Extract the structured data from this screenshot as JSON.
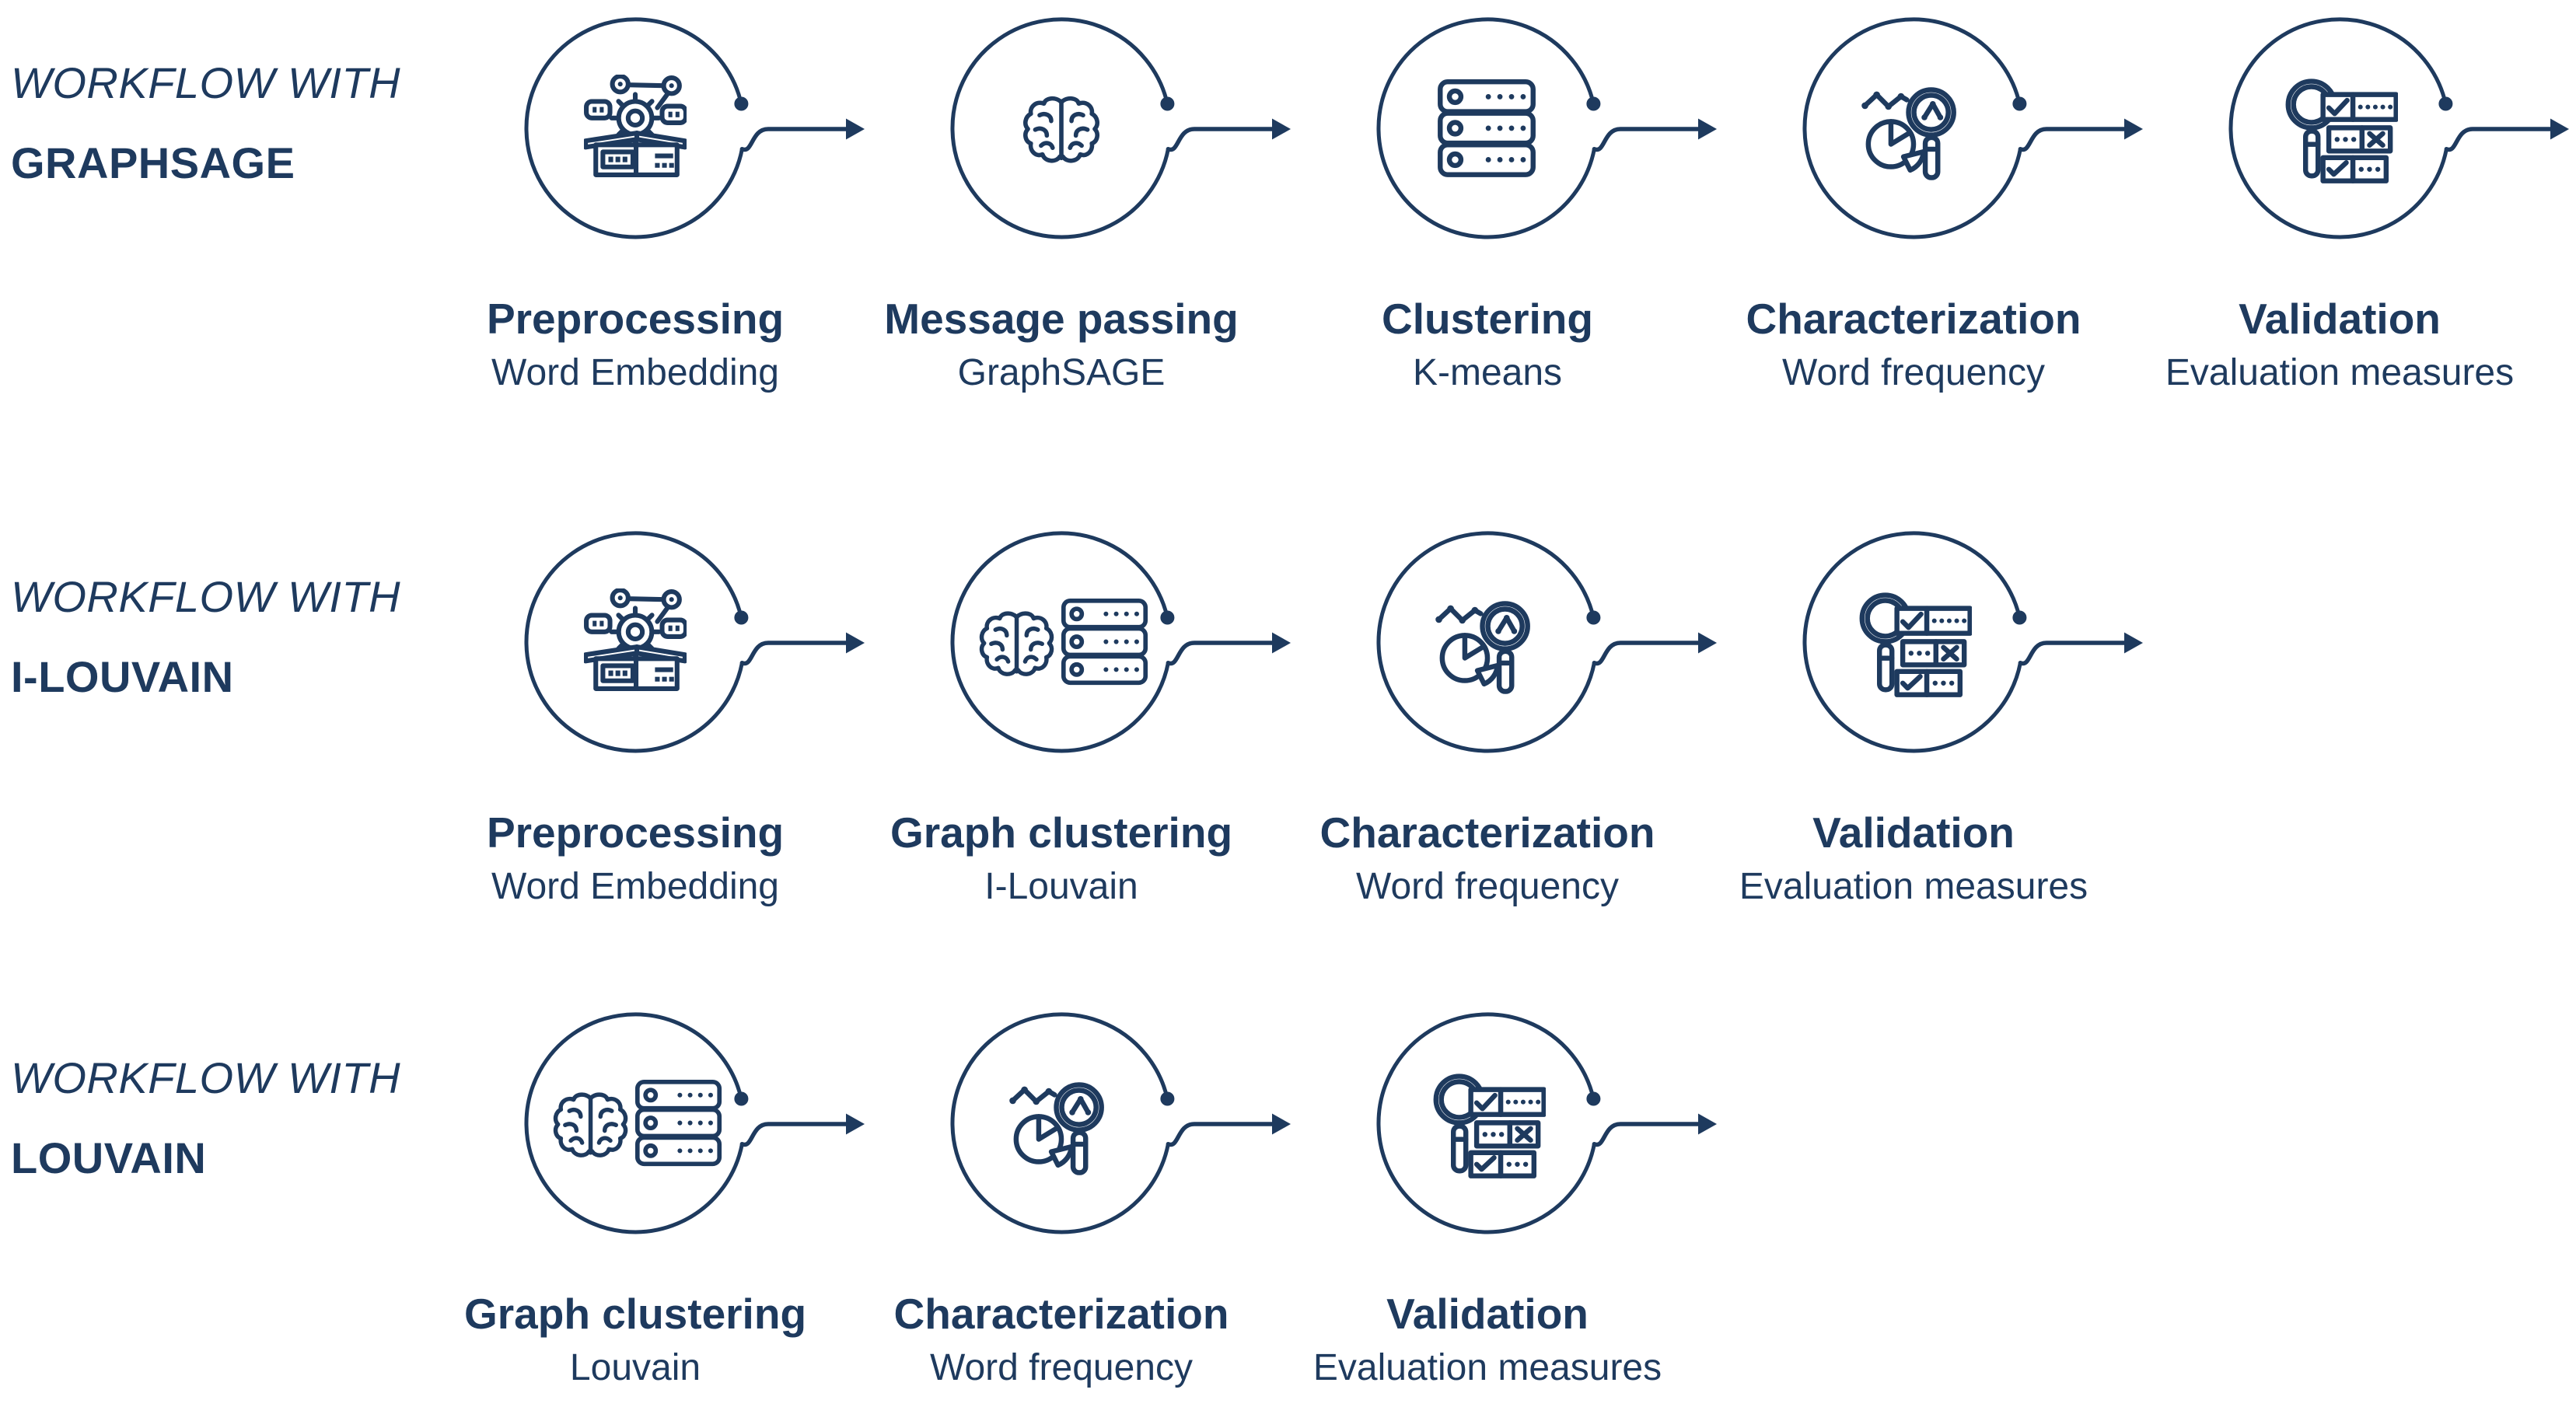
{
  "colors": {
    "ink": "#1e3a5e",
    "background": "#ffffff"
  },
  "workflows": [
    {
      "label_prefix": "WORKFLOW WITH",
      "name": "GRAPHSAGE",
      "steps": [
        {
          "title": "Preprocessing",
          "subtitle": "Word Embedding",
          "icon": "preprocessing-icon"
        },
        {
          "title": "Message passing",
          "subtitle": "GraphSAGE",
          "icon": "brain-icon"
        },
        {
          "title": "Clustering",
          "subtitle": "K-means",
          "icon": "servers-icon"
        },
        {
          "title": "Characterization",
          "subtitle": "Word frequency",
          "icon": "chart-magnifier-icon"
        },
        {
          "title": "Validation",
          "subtitle": "Evaluation measures",
          "icon": "checklist-magnifier-icon"
        }
      ]
    },
    {
      "label_prefix": "WORKFLOW WITH",
      "name": "I-LOUVAIN",
      "steps": [
        {
          "title": "Preprocessing",
          "subtitle": "Word Embedding",
          "icon": "preprocessing-icon"
        },
        {
          "title": "Graph clustering",
          "subtitle": "I-Louvain",
          "icon": "brain-servers-icon"
        },
        {
          "title": "Characterization",
          "subtitle": "Word frequency",
          "icon": "chart-magnifier-icon"
        },
        {
          "title": "Validation",
          "subtitle": "Evaluation measures",
          "icon": "checklist-magnifier-icon"
        }
      ]
    },
    {
      "label_prefix": "WORKFLOW WITH",
      "name": "LOUVAIN",
      "steps": [
        {
          "title": "Graph clustering",
          "subtitle": "Louvain",
          "icon": "brain-servers-icon"
        },
        {
          "title": "Characterization",
          "subtitle": "Word frequency",
          "icon": "chart-magnifier-icon"
        },
        {
          "title": "Validation",
          "subtitle": "Evaluation measures",
          "icon": "checklist-magnifier-icon"
        }
      ]
    }
  ]
}
